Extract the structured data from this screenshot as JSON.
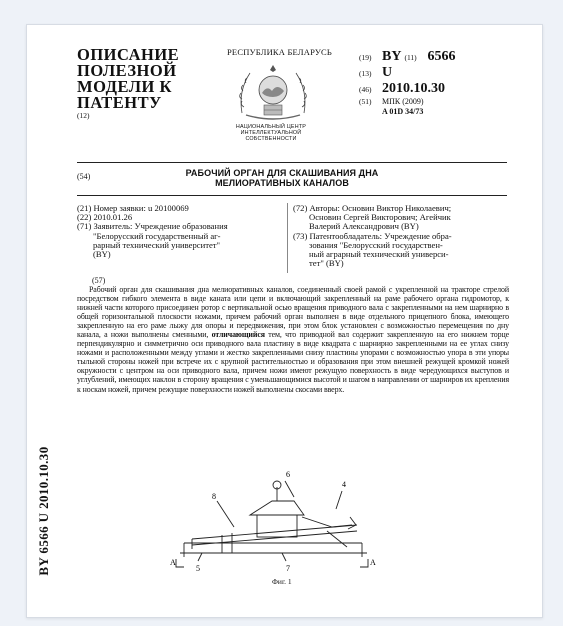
{
  "document": {
    "heading_lines": [
      "ОПИСАНИЕ",
      "ПОЛЕЗНОЙ",
      "МОДЕЛИ К",
      "ПАТЕНТУ"
    ],
    "heading_code": "(12)",
    "republic": "РЕСПУБЛИКА БЕЛАРУСЬ",
    "center_org_lines": [
      "НАЦИОНАЛЬНЫЙ ЦЕНТР",
      "ИНТЕЛЛЕКТУАЛЬНОЙ",
      "СОБСТВЕННОСТИ"
    ],
    "biblio": {
      "c19": "(19)",
      "country": "BY",
      "c11": "(11)",
      "number": "6566",
      "c13": "(13)",
      "kind": "U",
      "c46": "(46)",
      "date": "2010.10.30",
      "c51": "(51)",
      "mpk_label": "МПК (2009)",
      "mpk_class": "A 01D 34/73"
    },
    "field54_code": "(54)",
    "title_lines": [
      "РАБОЧИЙ ОРГАН ДЛЯ СКАШИВАНИЯ ДНА",
      "МЕЛИОРАТИВНЫХ КАНАЛОВ"
    ],
    "left_col": [
      "(21) Номер заявки: u 20100069",
      "(22) 2010.01.26",
      "(71) Заявитель: Учреждение образования",
      "      \"Белорусский государственный аг-",
      "      рарный технический университет\"",
      "      (BY)"
    ],
    "right_col": [
      "(72) Авторы: Основин Виктор Николаевич;",
      "      Основин Сергей Викторович; Агейчик",
      "      Валерий Александрович (BY)",
      "(73) Патентообладатель: Учреждение обра-",
      "      зования \"Белорусский государствен-",
      "      ный аграрный технический универси-",
      "      тет\" (BY)"
    ],
    "field57_code": "(57)",
    "abstract_before": "Рабочий орган для скашивания дна мелиоративных каналов, соединенный своей рамой с укрепленной на тракторе стрелой посредством гибкого элемента в виде каната или цепи и включающий закрепленный на раме рабочего органа гидромотор, к нижней части которого присоединен ротор с вертикальной осью вращения приводного вала с закрепленными на нем шарнирно в общей горизонтальной плоскости ножами, причем рабочий орган выполнен в виде отдельного прицепного блока, имеющего закрепленную на его раме лыжу для опоры и передвижения, при этом блок установлен с возможностью перемещения по дну канала, а ножи выполнены сменными,",
    "abstract_bold": "отличающийся",
    "abstract_after": "тем, что приводной вал содержит закрепленную на его нижнем торце перпендикулярно и симметрично оси приводного вала пластину в виде квадрата с шарнирно закрепленными на ее углах снизу ножами и расположенными между углами и жестко закрепленными снизу пластины упорами с возможностью упора в эти упоры тыльной стороны ножей при встрече их с крупной растительностью и образования при этом внешней режущей кромкой ножей окружности с центром на оси приводного вала, причем ножи имеют режущую поверхность в виде чередующихся выступов и углублений, имеющих наклон в сторону вращения с уменьшающимися высотой и шагом в направлении от шарниров их крепления к носкам ножей, причем режущие поверхности ножей выполнены скосами вверх.",
    "figure_labels": {
      "n8": "8",
      "n6": "6",
      "n4": "4",
      "a_left": "A",
      "a_right": "A",
      "n5": "5",
      "n7": "7"
    },
    "figure_caption": "Фиг. 1",
    "side_label": "BY 6566 U 2010.10.30"
  }
}
